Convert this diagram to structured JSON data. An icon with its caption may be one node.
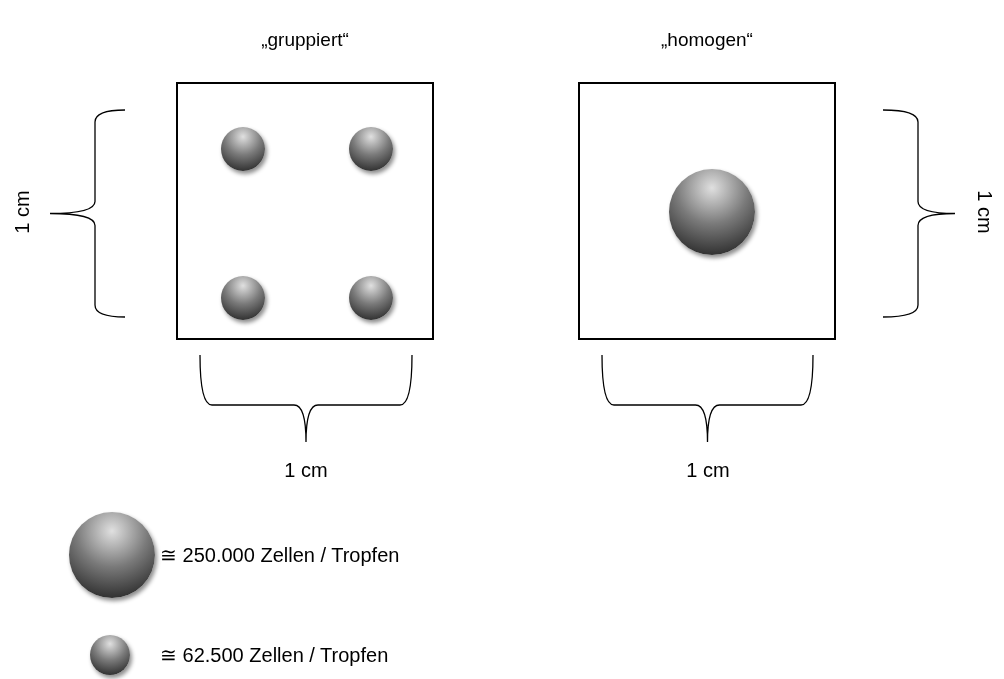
{
  "diagram": {
    "nodes": [
      {
        "text": [
          "„gruppiert“"
        ]
      },
      {
        "text": [],
        "shape": "circle",
        "in": 0
      },
      {
        "text": [],
        "shape": "circle",
        "in": 0
      },
      {
        "text": [],
        "shape": "circle",
        "in": 0
      },
      {
        "text": [],
        "shape": "circle",
        "in": 0
      },
      {
        "text": [
          "„homogen“"
        ]
      },
      {
        "text": [],
        "shape": "circle",
        "in": 5
      }
    ],
    "edges": [],
    "labels": [
      "1 cm",
      "1 cm",
      "1 cm",
      "1 cm"
    ],
    "legend": [
      {
        "text": "≅ 250.000 Zellen / Tropfen"
      },
      {
        "text": "≅ 62.500 Zellen / Tropfen"
      }
    ]
  }
}
